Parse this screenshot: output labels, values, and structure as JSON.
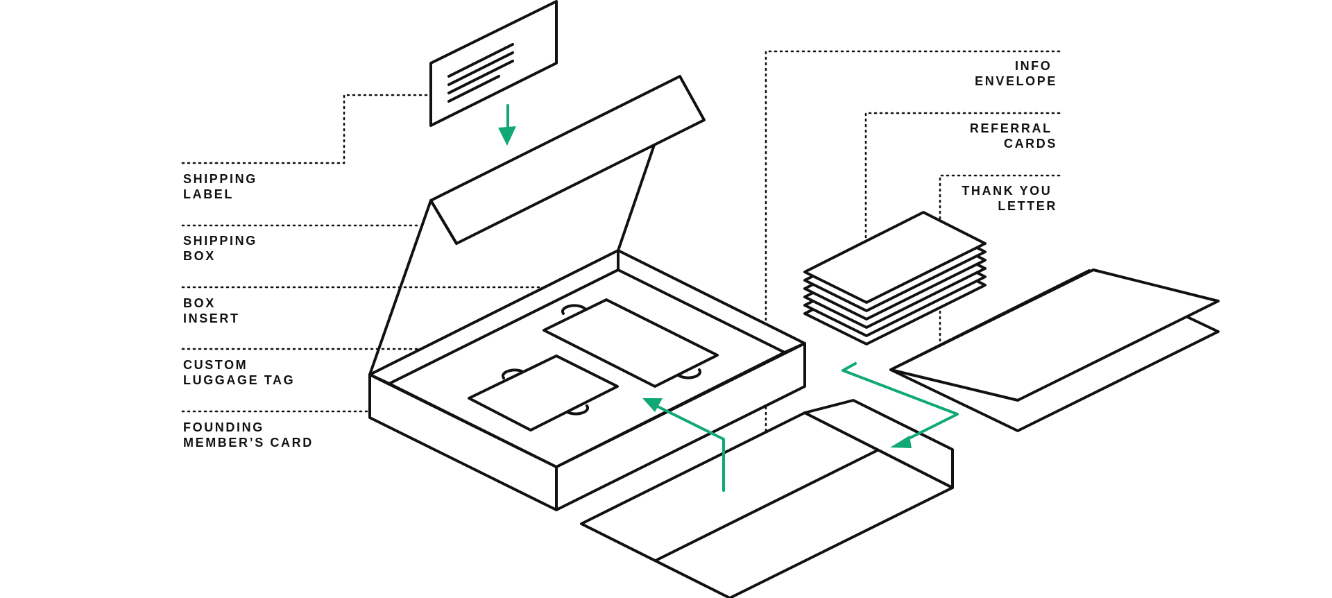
{
  "colors": {
    "outline": "#111111",
    "accent": "#10a876",
    "background": "#ffffff"
  },
  "labels_left": [
    {
      "id": "shipping-label",
      "line1": "SHIPPING",
      "line2": "LABEL"
    },
    {
      "id": "shipping-box",
      "line1": "SHIPPING",
      "line2": "BOX"
    },
    {
      "id": "box-insert",
      "line1": "BOX",
      "line2": "INSERT"
    },
    {
      "id": "custom-luggage-tag",
      "line1": "CUSTOM",
      "line2": "LUGGAGE TAG"
    },
    {
      "id": "founding-members-card",
      "line1": "FOUNDING",
      "line2": "MEMBER’S CARD"
    }
  ],
  "labels_right": [
    {
      "id": "info-envelope",
      "line1": "INFO",
      "line2": "ENVELOPE"
    },
    {
      "id": "referral-cards",
      "line1": "REFERRAL",
      "line2": "CARDS"
    },
    {
      "id": "thank-you-letter",
      "line1": "THANK YOU",
      "line2": "LETTER"
    }
  ]
}
